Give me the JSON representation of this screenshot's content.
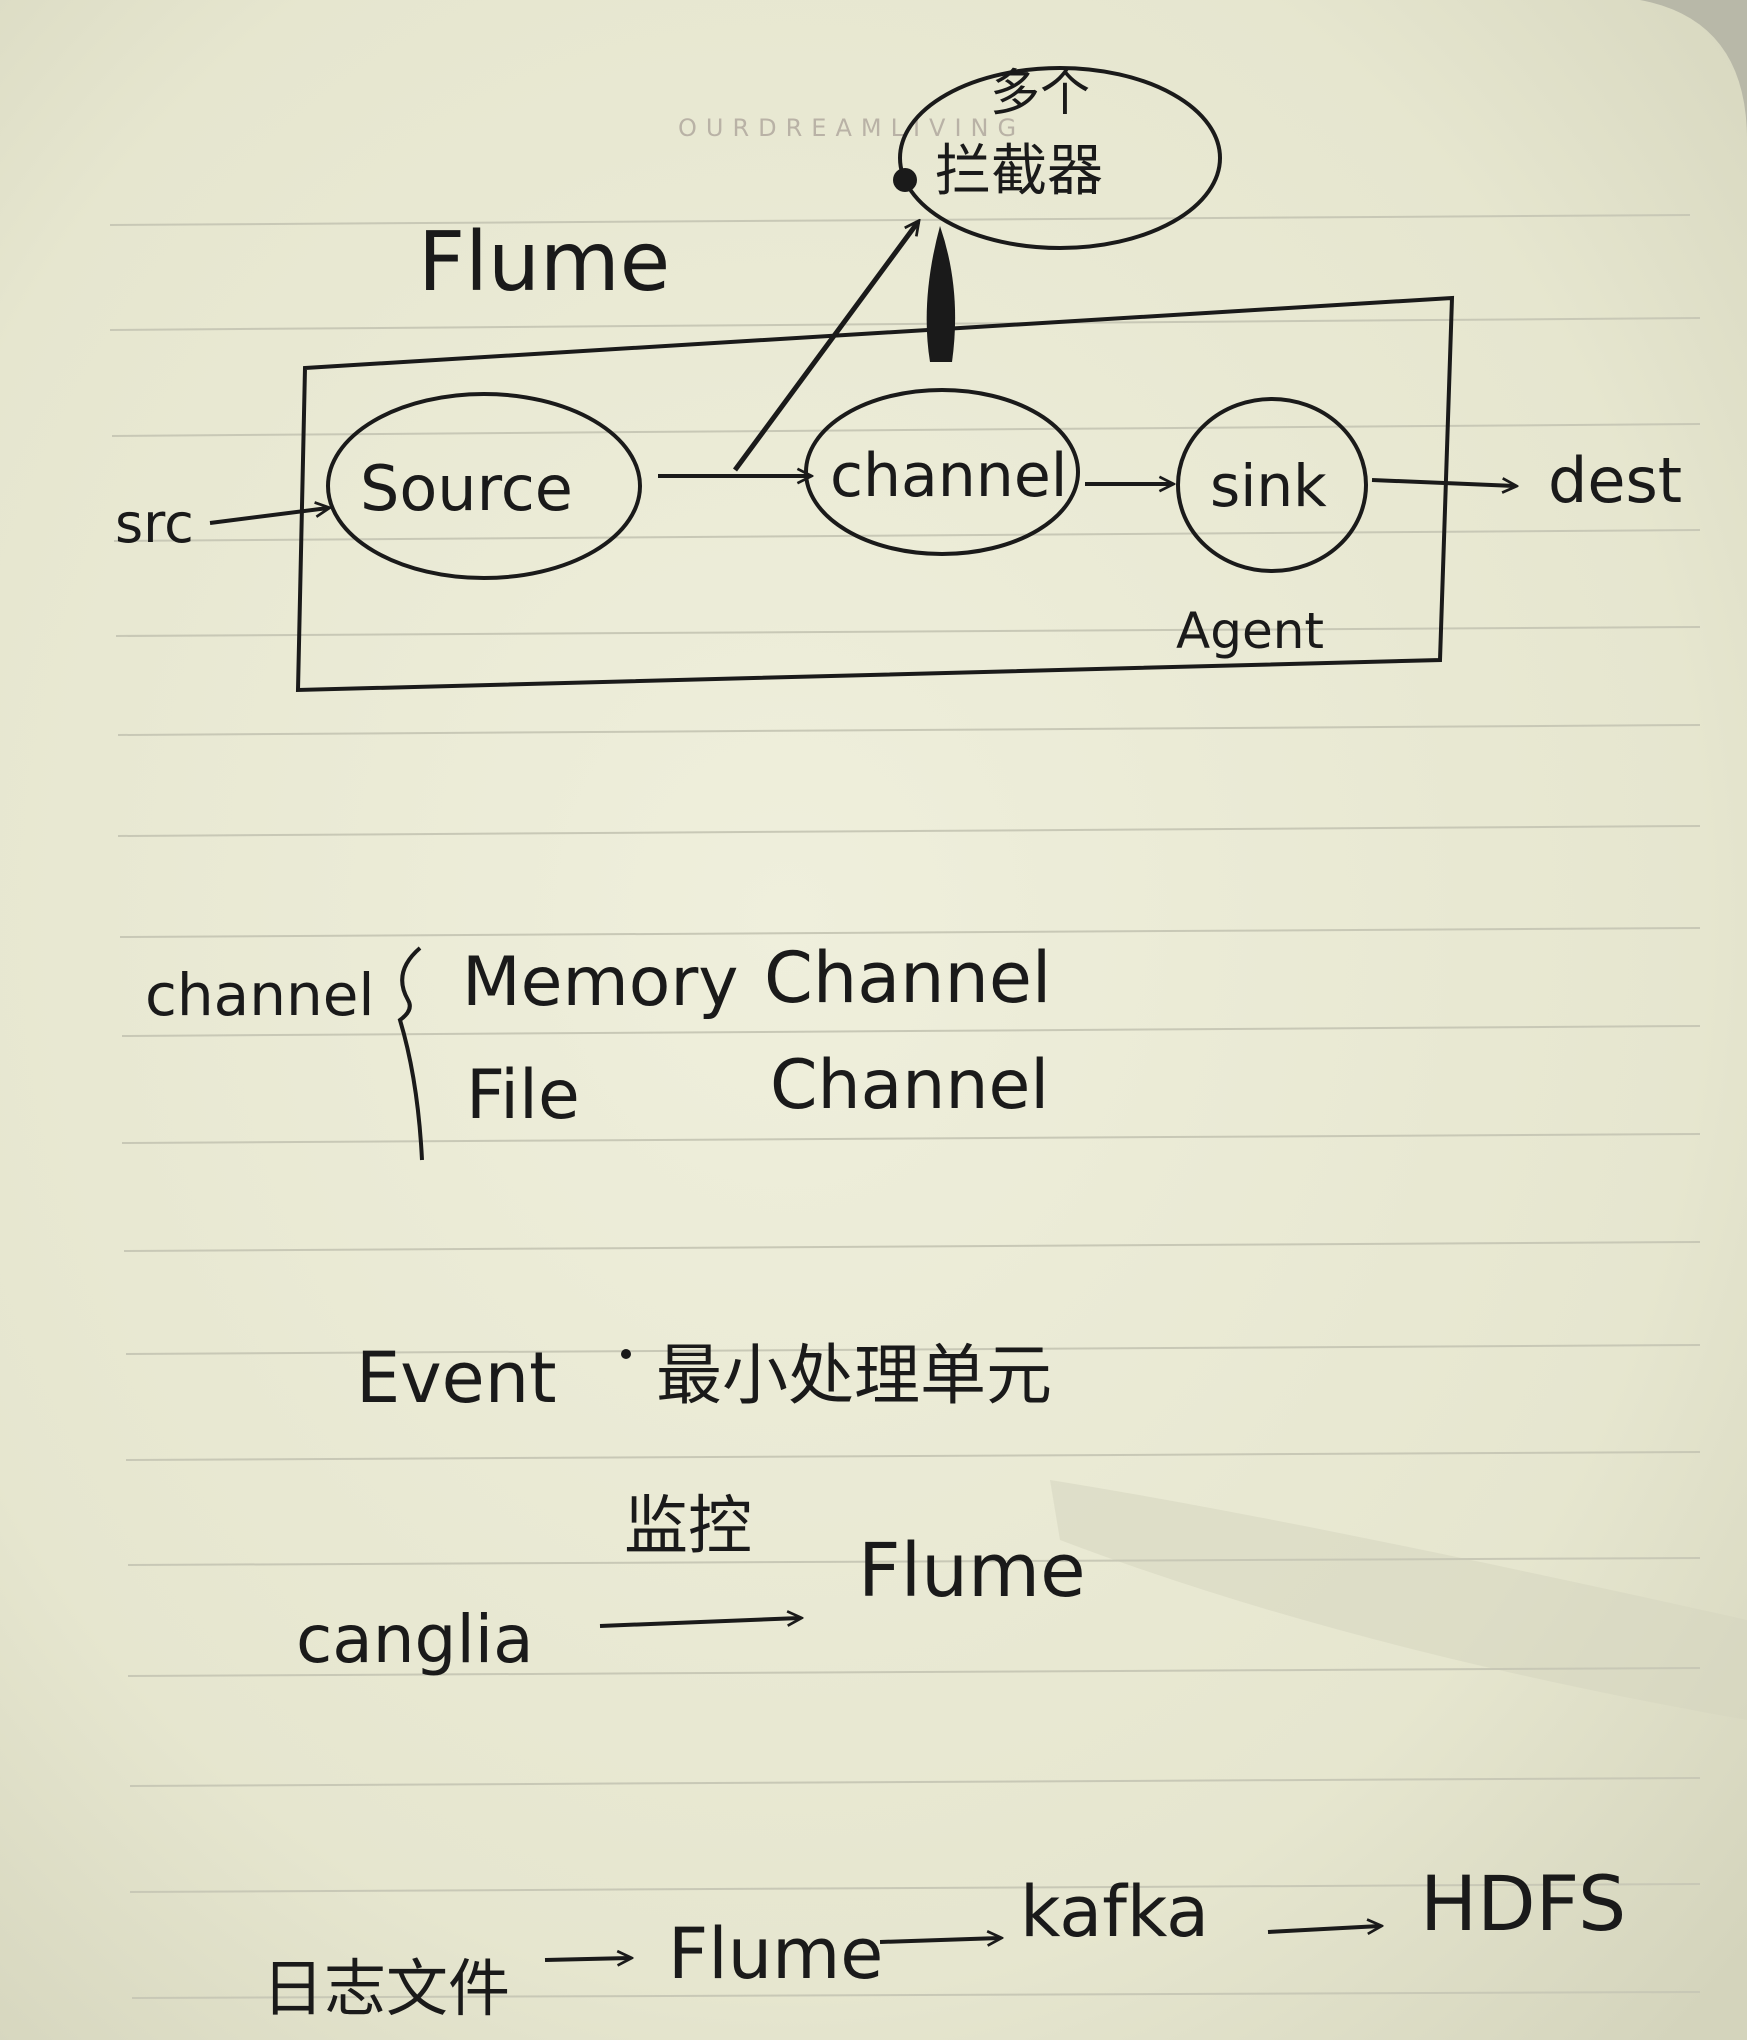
{
  "brand": "OURDREAMLIVING",
  "top_note": {
    "line1": "多个",
    "line2": "拦截器"
  },
  "flume_diagram": {
    "title": "Flume",
    "input_label": "src",
    "source": "Source",
    "channel": "channel",
    "sink": "sink",
    "output_label": "dest",
    "agent_label": "Agent"
  },
  "channel_types": {
    "label": "channel",
    "items": [
      {
        "name": "Memory",
        "suffix": "Channel"
      },
      {
        "name": "File",
        "suffix": "Channel"
      }
    ]
  },
  "event_note": {
    "term": "Event",
    "definition": "最小处理单元"
  },
  "monitor_note": {
    "from": "canglia",
    "action": "监控",
    "to": "Flume"
  },
  "pipeline": {
    "steps": [
      "日志文件",
      "Flume",
      "kafka",
      "HDFS"
    ]
  }
}
